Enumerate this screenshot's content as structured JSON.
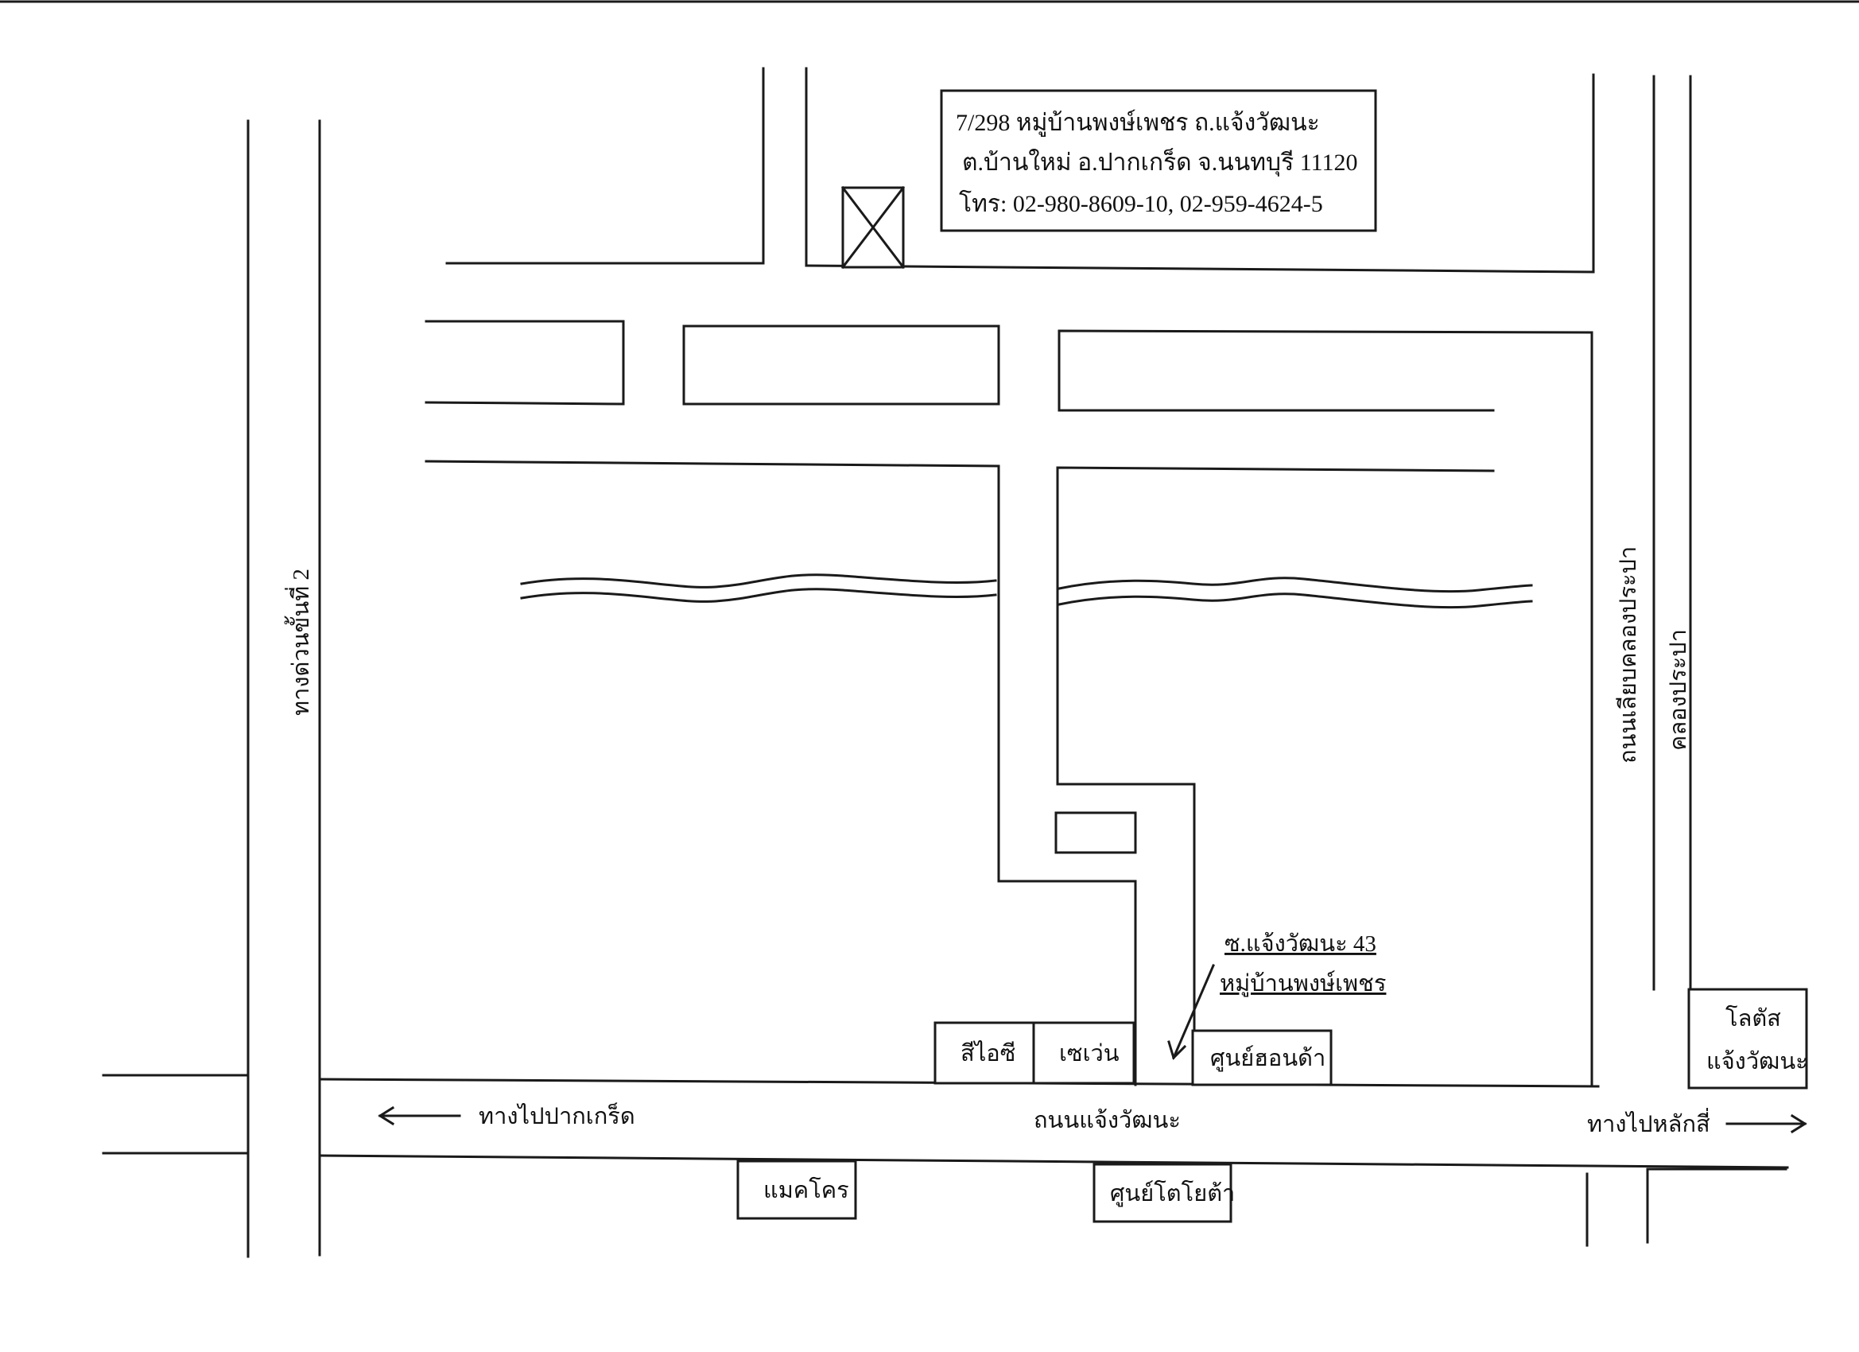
{
  "address": {
    "line1": "7/298 หมู่บ้านพงษ์เพชร ถ.แจ้งวัฒนะ",
    "line2": "ต.บ้านใหม่ อ.ปากเกร็ด จ.นนทบุรี 11120",
    "line3": "โทร: 02-980-8609-10, 02-959-4624-5"
  },
  "roads": {
    "expressway": "ทางด่วนขั้นที่ 2",
    "khlong_prapa_road": "ถนนเลียบคลองประปา",
    "khlong_prapa": "คลองประปา",
    "chaengwattana": "ถนนแจ้งวัฒนะ"
  },
  "directions": {
    "to_pakkret": "ทางไปปากเกร็ด",
    "to_laksi": "ทางไปหลักสี่"
  },
  "soi": {
    "name": "ซ.แจ้งวัฒนะ 43",
    "village": "หมู่บ้านพงษ์เพชร"
  },
  "landmarks": {
    "sci": "สีไอซี",
    "seven": "เซเว่น",
    "honda": "ศูนย์ฮอนด้า",
    "lotus_1": "โลตัส",
    "lotus_2": "แจ้งวัฒนะ",
    "makro": "แมคโคร",
    "toyota": "ศูนย์โตโยต้า"
  }
}
